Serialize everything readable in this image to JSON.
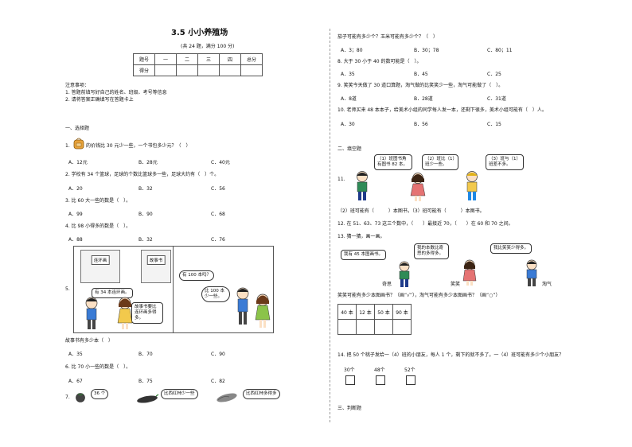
{
  "header": {
    "title": "3.5 小小养殖场",
    "subtitle": "(共 24 题，满分 100 分)"
  },
  "score_table": {
    "row1": [
      "题号",
      "一",
      "二",
      "三",
      "四",
      "总分"
    ],
    "row2": [
      "得分",
      "",
      "",
      "",
      "",
      ""
    ]
  },
  "notes": {
    "heading": "注意事项：",
    "items": [
      "1. 答题前填写好自己的姓名、班级、考号等信息",
      "2. 请将答案正确填写在答题卡上"
    ]
  },
  "section1": {
    "heading": "一、选择题",
    "q1": {
      "text": "的价钱比 30 元少一些，一个书包多少元？（　）",
      "num": "1.",
      "opts": [
        "A．12元",
        "B．28元",
        "C．40元"
      ]
    },
    "q2": {
      "text": "2. 学校有 34 个篮球，足球的个数比篮球多一些，足球大约有（　）个。",
      "opts": [
        "A．20",
        "B．32",
        "C．56"
      ]
    },
    "q3": {
      "text": "3. 比 60 大一些的数是（　）。",
      "opts": [
        "A．99",
        "B．90",
        "C．68"
      ]
    },
    "q4": {
      "text": "4. 比 98 小得多的数是（　）。",
      "opts": [
        "A．88",
        "B．32",
        "C．76"
      ]
    },
    "q5": {
      "num": "5.",
      "book1": "连环画",
      "book2": "故事书",
      "bubble1": "有 34 本连环画。",
      "bubble2": "故事书要比连环画多得多。",
      "bubble3": "有 100 本吗？",
      "bubble4": "比 100 本少一些。",
      "text": "故事书有多少本（　）",
      "opts": [
        "A．35",
        "B．70",
        "C．90"
      ]
    },
    "q6": {
      "text": "6. 比 70 小一些的数是（　）。",
      "opts": [
        "A．67",
        "B．75",
        "C．82"
      ]
    },
    "q7": {
      "num": "7.",
      "b1": "36 个",
      "b2": "比西红柿少一些",
      "b3": "比西红柿多得多"
    }
  },
  "right": {
    "q7_cont": {
      "text": "茄子可能有多少个？玉米可能有多少个？（　）",
      "opts": [
        "A．3；80",
        "B．30；78",
        "C．80；11"
      ]
    },
    "q8": {
      "text": "8. 大于 30 小于 40 的数可能是（　）。",
      "opts": [
        "A．35",
        "B．45",
        "C．25"
      ]
    },
    "q9": {
      "text": "9. 笑笑今天做了 30 道口算题，淘气做的比笑笑少一些，淘气可能做了（　）。",
      "opts": [
        "A．8道",
        "B．28道",
        "C．31道"
      ]
    },
    "q10": {
      "text": "10. 老师买来 48 本本子，给美术小组的同学每人发一本，还剩下很多，美术小组可能有（　）人。",
      "opts": [
        "A．30",
        "B．56",
        "C．15"
      ]
    }
  },
  "section2": {
    "heading": "二、填空题",
    "q11": {
      "num": "11.",
      "b1": "（1）班图书角有图书 82 本。",
      "b2": "（2）班比（1）班少一些。",
      "b3": "（3）班与（1）班差不多。",
      "text": "（2）班可能有（　　　）本图书，（3）班可能有（　　　）本图书。"
    },
    "q12": {
      "text": "12. 在 51、63、73 这三个数中，（　　）最接近 70，（　　）在 60 和 70 之间。"
    },
    "q13": {
      "text": "13. 猜一猜，画一画。",
      "b1": "我有 45 本图画书。",
      "b2": "我的本数比奇思的多得多。",
      "b3": "我比笑笑少得多。",
      "names": [
        "奇思",
        "笑笑",
        "淘气"
      ],
      "ask": "笑笑可能有多少本图画书？（画“√”），淘气可能有多少本图画书？（画“○”）",
      "cells": [
        "40 本",
        "12 本",
        "50 本",
        "90 本"
      ]
    },
    "q14": {
      "text": "14. 把 50 个桃子发给一（4）班的小朋友，每人 1 个，剩下的就不多了。一（4）班可能有多少个小朋友？",
      "opts": [
        "30个",
        "48个",
        "52个"
      ]
    }
  },
  "section3": {
    "heading": "三、判断题"
  }
}
